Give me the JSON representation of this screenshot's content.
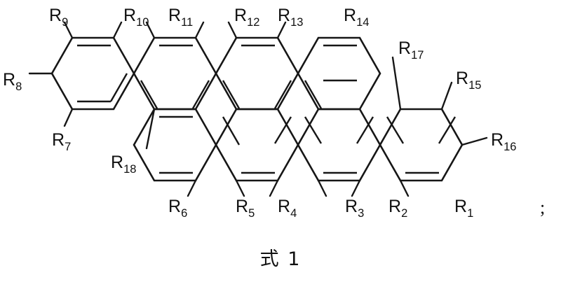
{
  "figure": {
    "caption": "式 1",
    "trailing_punctuation": ";",
    "type": "chemical-structure",
    "description": "Fused polycyclic aromatic hydrocarbon with 18 R substituents",
    "ring_count": 7,
    "line_color": "#161616",
    "background_color": "#ffffff"
  },
  "substituents": {
    "r1": {
      "label": "R",
      "sub": "1"
    },
    "r2": {
      "label": "R",
      "sub": "2"
    },
    "r3": {
      "label": "R",
      "sub": "3"
    },
    "r4": {
      "label": "R",
      "sub": "4"
    },
    "r5": {
      "label": "R",
      "sub": "5"
    },
    "r6": {
      "label": "R",
      "sub": "6"
    },
    "r7": {
      "label": "R",
      "sub": "7"
    },
    "r8": {
      "label": "R",
      "sub": "8"
    },
    "r9": {
      "label": "R",
      "sub": "9"
    },
    "r10": {
      "label": "R",
      "sub": "10"
    },
    "r11": {
      "label": "R",
      "sub": "11"
    },
    "r12": {
      "label": "R",
      "sub": "12"
    },
    "r13": {
      "label": "R",
      "sub": "13"
    },
    "r14": {
      "label": "R",
      "sub": "14"
    },
    "r15": {
      "label": "R",
      "sub": "15"
    },
    "r16": {
      "label": "R",
      "sub": "16"
    },
    "r17": {
      "label": "R",
      "sub": "17"
    },
    "r18": {
      "label": "R",
      "sub": "18"
    }
  }
}
